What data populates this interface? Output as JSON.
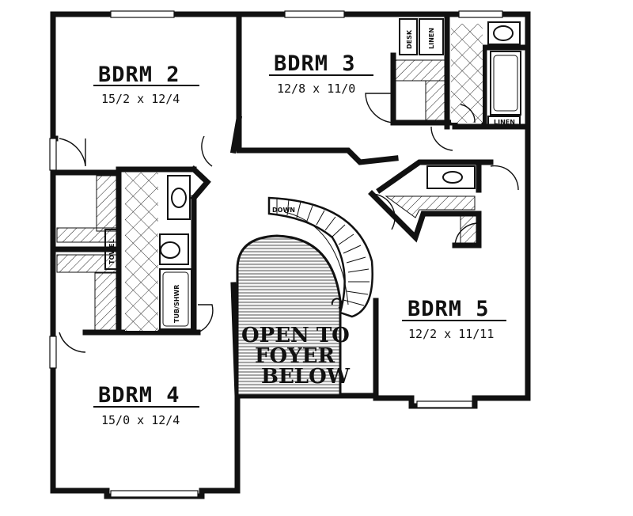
{
  "rooms": {
    "bdrm2": {
      "name": "BDRM 2",
      "dims": "15/2 x 12/4"
    },
    "bdrm3": {
      "name": "BDRM 3",
      "dims": "12/8 x 11/0"
    },
    "bdrm4": {
      "name": "BDRM 4",
      "dims": "15/0 x 12/4"
    },
    "bdrm5": {
      "name": "BDRM 5",
      "dims": "12/2 x 11/11"
    }
  },
  "open_to_foyer": [
    "OPEN TO",
    "FOYER",
    "BELOW"
  ],
  "labels": {
    "desk": "DESK",
    "linen_top": "LINEN",
    "linen_right": "LINEN",
    "towel": "TOWEL",
    "tub_shower": "TUB/SHWR",
    "stair_down": "DOWN"
  }
}
